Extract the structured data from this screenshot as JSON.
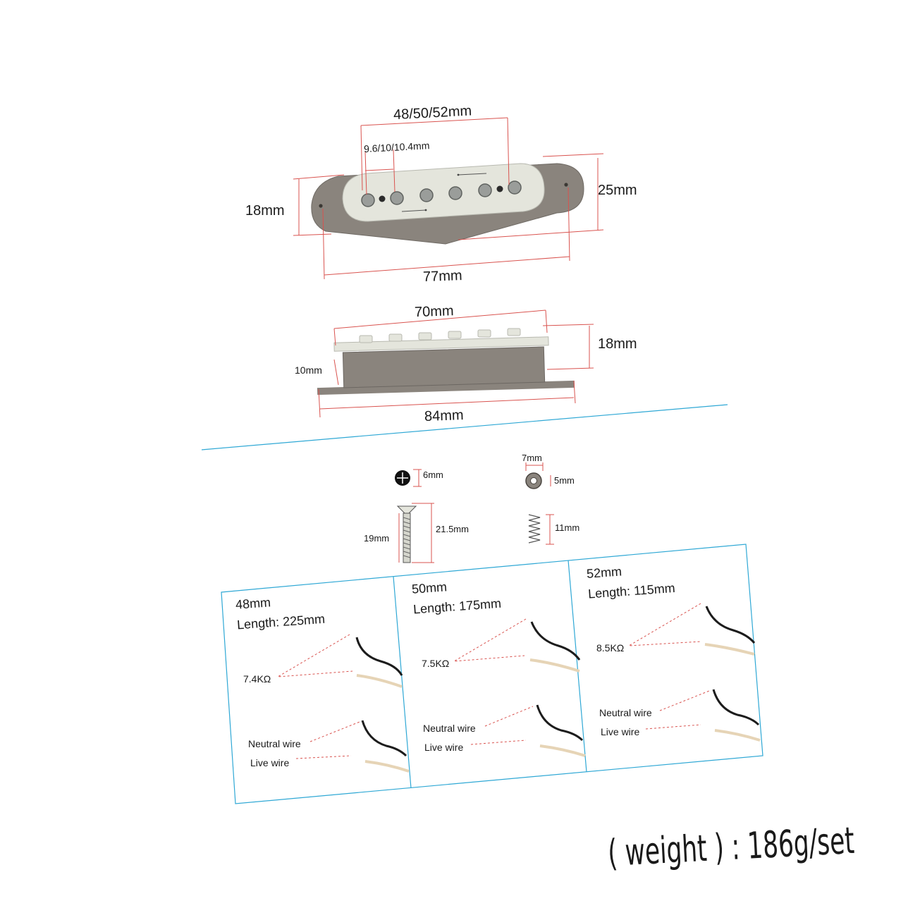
{
  "top_view": {
    "width_label": "48/50/52mm",
    "pole_spacing_label": "9.6/10/10.4mm",
    "left_height_label": "18mm",
    "right_height_label": "25mm",
    "length_label": "77mm"
  },
  "side_view": {
    "top_width_label": "70mm",
    "height_label": "18mm",
    "base_height_label": "10mm",
    "base_length_label": "84mm"
  },
  "hardware": {
    "screw_head_label": "6mm",
    "washer_width_label": "7mm",
    "washer_thickness_label": "5mm",
    "screw_thread_label": "19mm",
    "screw_total_label": "21.5mm",
    "spring_label": "11mm"
  },
  "wire_panels": [
    {
      "size_label": "48mm",
      "length_label": "Length: 225mm",
      "resistance_label": "7.4KΩ",
      "neutral_label": "Neutral wire",
      "live_label": "Live wire"
    },
    {
      "size_label": "50mm",
      "length_label": "Length: 175mm",
      "resistance_label": "7.5KΩ",
      "neutral_label": "Neutral wire",
      "live_label": "Live wire"
    },
    {
      "size_label": "52mm",
      "length_label": "Length: 115mm",
      "resistance_label": "8.5KΩ",
      "neutral_label": "Neutral wire",
      "live_label": "Live wire"
    }
  ],
  "weight_label": "( weight ) : 186g/set",
  "colors": {
    "dimension_line": "#d9534f",
    "frame_line": "#2fa8d5",
    "baseplate": "#8a847d",
    "cover": "#e4e5dc",
    "pole": "#9a9d9a",
    "wire_black": "#1c1c1c",
    "wire_cream": "#e6d4b6"
  }
}
